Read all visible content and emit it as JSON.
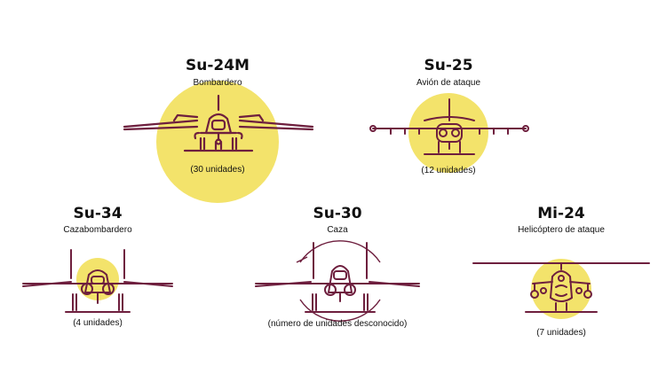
{
  "colors": {
    "circle": "#f3e36b",
    "stroke": "#6e1f3e",
    "text": "#111111",
    "background": "#ffffff"
  },
  "aircraft": [
    {
      "id": "su24m",
      "name": "Su-24M",
      "role": "Bombardero",
      "count": "(30 unidades)",
      "units": 30
    },
    {
      "id": "su25",
      "name": "Su-25",
      "role": "Avión de ataque",
      "count": "(12 unidades)",
      "units": 12
    },
    {
      "id": "su34",
      "name": "Su-34",
      "role": "Cazabombardero",
      "count": "(4 unidades)",
      "units": 4
    },
    {
      "id": "su30",
      "name": "Su-30",
      "role": "Caza",
      "count": "(número de unidades desconocido)",
      "units": null
    },
    {
      "id": "mi24",
      "name": "Mi-24",
      "role": "Helicóptero de ataque",
      "count": "(7 unidades)",
      "units": 7
    }
  ]
}
